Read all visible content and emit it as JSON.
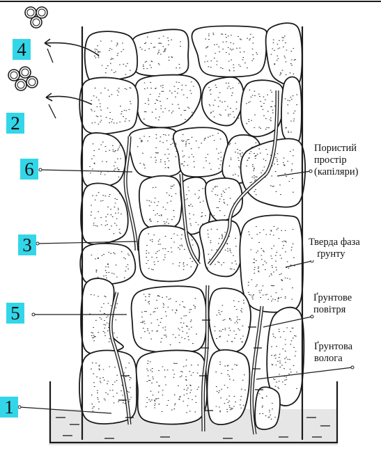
{
  "numbers": [
    "1",
    "2",
    "3",
    "4",
    "5",
    "6"
  ],
  "labels": {
    "pore_space": [
      "Пористий",
      "простір",
      "(капіляри)"
    ],
    "solid_phase": [
      "Тверда фаза",
      "ґрунту"
    ],
    "soil_air": [
      "Ґрунтове",
      "повітря"
    ],
    "soil_moisture": [
      "Ґрунтова",
      "волога"
    ]
  },
  "colors": {
    "marker_bg": "#33d6e8",
    "ink": "#1a1a1a",
    "water": "#e6e6e6",
    "underline": "#cc2222"
  }
}
